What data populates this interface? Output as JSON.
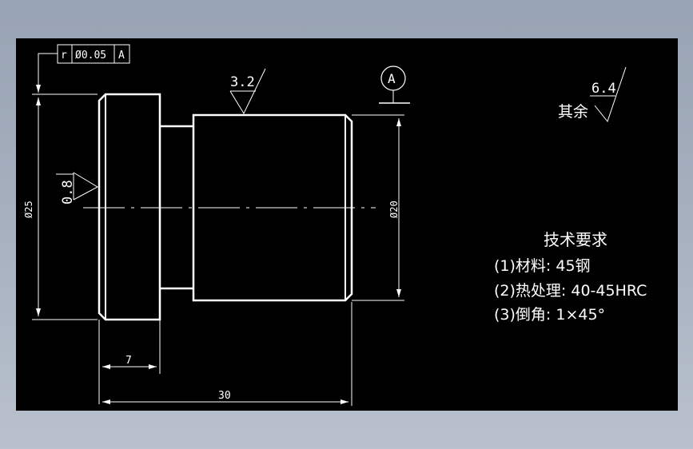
{
  "drawing": {
    "tolerance_frame": {
      "symbol": "r",
      "value": "Ø0.05",
      "datum": "A"
    },
    "datum_label": "A",
    "roughness": {
      "top_face": "3.2",
      "left_face": "0.8",
      "other_prefix": "其余",
      "other_value": "6.4"
    },
    "dimensions": {
      "left_diameter": "Ø25",
      "right_diameter": "Ø20",
      "flange_length": "7",
      "total_length": "30"
    },
    "tech_requirements": {
      "title": "技术要求",
      "items": [
        "(1)材料: 45钢",
        "(2)热处理: 40-45HRC",
        "(3)倒角: 1×45°"
      ]
    },
    "colors": {
      "background": "#000000",
      "lines": "#ffffff"
    }
  }
}
